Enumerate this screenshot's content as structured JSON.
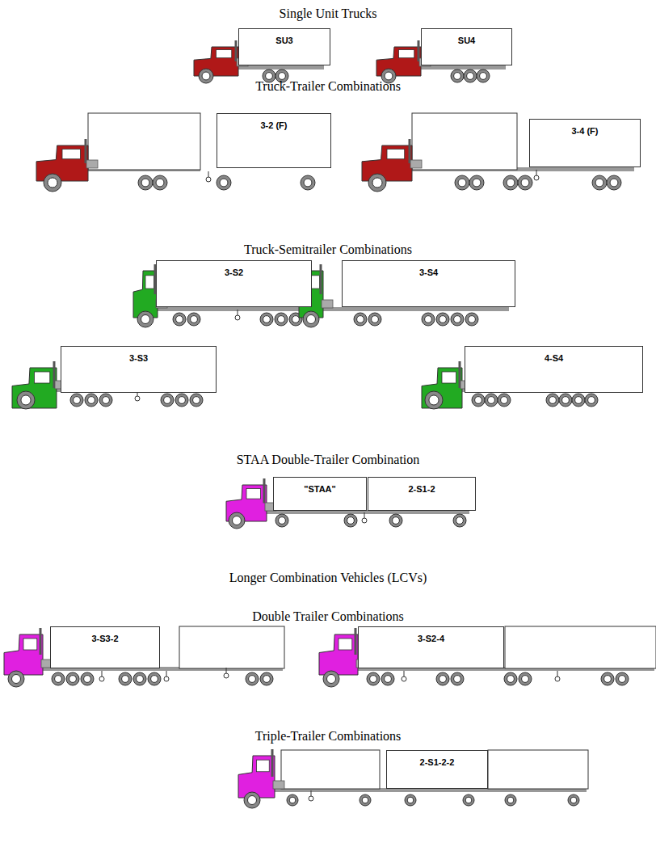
{
  "diagram": {
    "nodes": [
      {
        "text": [
          "SU3"
        ]
      },
      {
        "text": [
          "SU4"
        ]
      },
      {
        "text": [
          "3-2 (F)"
        ]
      },
      {
        "text": [
          "3-4 (F)"
        ]
      },
      {
        "text": [
          "3-S2"
        ]
      },
      {
        "text": [
          "3-S4"
        ]
      },
      {
        "text": [
          "3-S3"
        ]
      },
      {
        "text": [
          "4-S4"
        ]
      },
      {
        "text": [
          "\"STAA\""
        ]
      },
      {
        "text": [
          "2-S1-2"
        ]
      },
      {
        "text": [
          "3-S3-2"
        ]
      },
      {
        "text": [
          "3-S2-4"
        ]
      },
      {
        "text": [
          "2-S1-2-2"
        ]
      }
    ],
    "labels": [
      "Single Unit Trucks",
      "Truck-Trailer Combinations",
      "Truck-Semitrailer Combinations",
      "STAA Double-Trailer Combination",
      "Longer Combination Vehicles (LCVs)",
      "Double Trailer Combinations",
      "Triple-Trailer Combinations"
    ]
  }
}
